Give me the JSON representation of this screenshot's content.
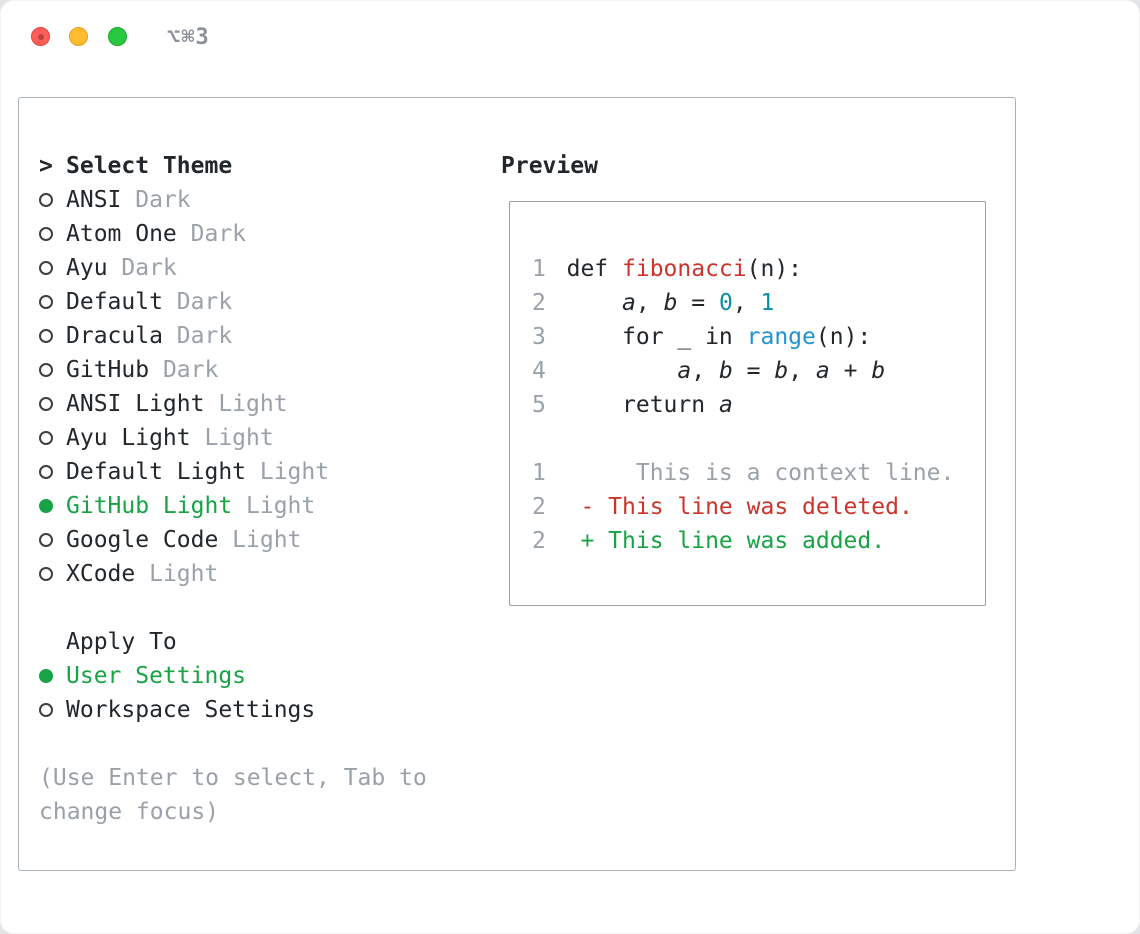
{
  "window": {
    "shortcut_label": "⌥⌘3"
  },
  "theme_selector": {
    "cursor": ">",
    "title": "Select Theme",
    "options": [
      {
        "name": "ANSI",
        "variant": "Dark",
        "selected": false
      },
      {
        "name": "Atom One",
        "variant": "Dark",
        "selected": false
      },
      {
        "name": "Ayu",
        "variant": "Dark",
        "selected": false
      },
      {
        "name": "Default",
        "variant": "Dark",
        "selected": false
      },
      {
        "name": "Dracula",
        "variant": "Dark",
        "selected": false
      },
      {
        "name": "GitHub",
        "variant": "Dark",
        "selected": false
      },
      {
        "name": "ANSI Light",
        "variant": "Light",
        "selected": false
      },
      {
        "name": "Ayu Light",
        "variant": "Light",
        "selected": false
      },
      {
        "name": "Default Light",
        "variant": "Light",
        "selected": false
      },
      {
        "name": "GitHub Light",
        "variant": "Light",
        "selected": true
      },
      {
        "name": "Google Code",
        "variant": "Light",
        "selected": false
      },
      {
        "name": "XCode",
        "variant": "Light",
        "selected": false
      }
    ],
    "apply_to": {
      "title": "Apply To",
      "options": [
        {
          "name": "User Settings",
          "selected": true
        },
        {
          "name": "Workspace Settings",
          "selected": false
        }
      ]
    },
    "hint": "(Use Enter to select, Tab to change focus)"
  },
  "preview": {
    "title": "Preview",
    "code_lines": [
      {
        "num": "1",
        "tokens": [
          {
            "t": "def ",
            "c": "plain"
          },
          {
            "t": "fibonacci",
            "c": "func"
          },
          {
            "t": "(n):",
            "c": "plain"
          }
        ]
      },
      {
        "num": "2",
        "tokens": [
          {
            "t": "    ",
            "c": "plain"
          },
          {
            "t": "a",
            "c": "var"
          },
          {
            "t": ", ",
            "c": "plain"
          },
          {
            "t": "b",
            "c": "var"
          },
          {
            "t": " = ",
            "c": "plain"
          },
          {
            "t": "0",
            "c": "num"
          },
          {
            "t": ", ",
            "c": "plain"
          },
          {
            "t": "1",
            "c": "num"
          }
        ]
      },
      {
        "num": "3",
        "tokens": [
          {
            "t": "    for _ in ",
            "c": "plain"
          },
          {
            "t": "range",
            "c": "builtin"
          },
          {
            "t": "(n):",
            "c": "plain"
          }
        ]
      },
      {
        "num": "4",
        "tokens": [
          {
            "t": "        ",
            "c": "plain"
          },
          {
            "t": "a",
            "c": "var"
          },
          {
            "t": ", ",
            "c": "plain"
          },
          {
            "t": "b",
            "c": "var"
          },
          {
            "t": " = ",
            "c": "plain"
          },
          {
            "t": "b",
            "c": "var"
          },
          {
            "t": ", ",
            "c": "plain"
          },
          {
            "t": "a",
            "c": "var"
          },
          {
            "t": " + ",
            "c": "plain"
          },
          {
            "t": "b",
            "c": "var"
          }
        ]
      },
      {
        "num": "5",
        "tokens": [
          {
            "t": "    return ",
            "c": "plain"
          },
          {
            "t": "a",
            "c": "var"
          }
        ]
      }
    ],
    "diff_lines": [
      {
        "num": "1",
        "kind": "context",
        "text": "     This is a context line."
      },
      {
        "num": "2",
        "kind": "deleted",
        "text": " - This line was deleted."
      },
      {
        "num": "2",
        "kind": "added",
        "text": " + This line was added."
      }
    ]
  },
  "colors": {
    "ink": "#22272c",
    "muted": "#9aa1a9",
    "green": "#17a346",
    "red": "#cc342b",
    "teal": "#0c8fa6",
    "blue": "#2193d1",
    "panel_border": "#aab2b9",
    "preview_border": "#99a1a8",
    "traffic_red": "#ff5f57",
    "traffic_yellow": "#febc2e",
    "traffic_green": "#28c840",
    "shortcut_gray": "#8b9198"
  }
}
